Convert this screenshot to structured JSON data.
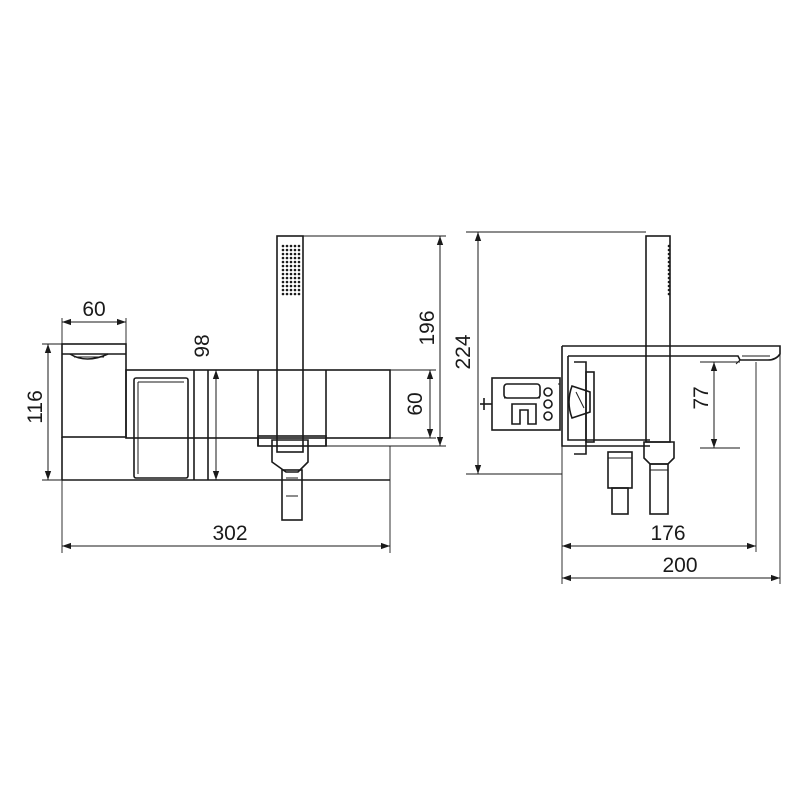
{
  "dimensions": {
    "front_body_width": "60",
    "front_module_height": "98",
    "front_total_height": "116",
    "front_total_width": "302",
    "front_mixer_height": "60",
    "handshower_height": "196",
    "side_total_height": "224",
    "side_spout_height": "77",
    "side_projection": "176",
    "side_total_projection": "200"
  }
}
